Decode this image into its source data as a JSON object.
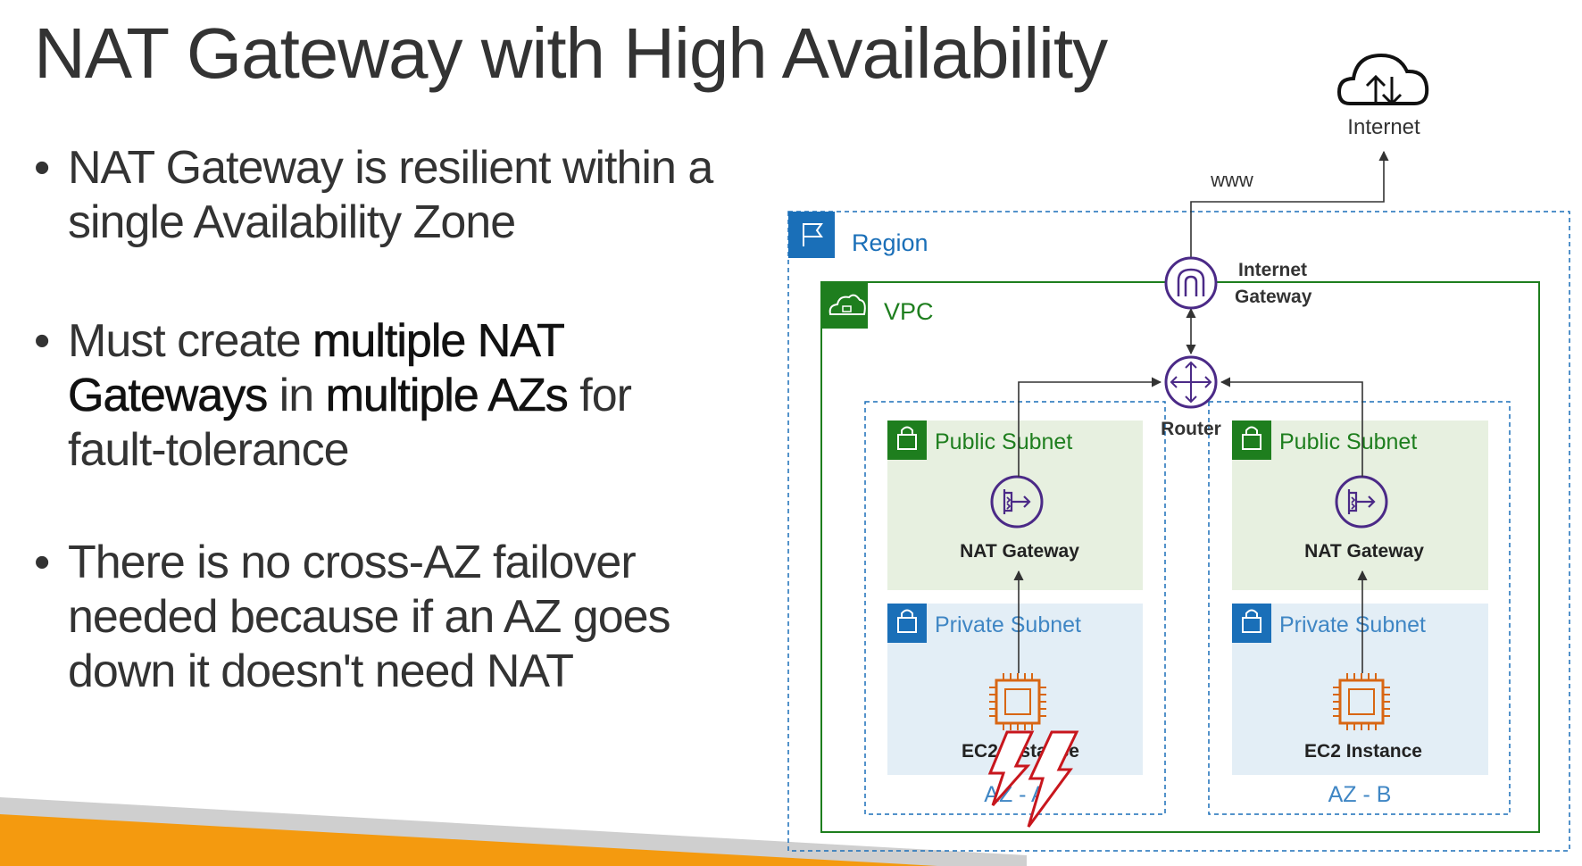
{
  "slide": {
    "title": "NAT Gateway with High Availability"
  },
  "bullets": [
    {
      "segments": [
        {
          "text": "NAT Gateway is resilient within a single Availability Zone",
          "bold": false
        }
      ]
    },
    {
      "segments": [
        {
          "text": "Must create ",
          "bold": false
        },
        {
          "text": "multiple NAT Gateways",
          "bold": true
        },
        {
          "text": " in ",
          "bold": false
        },
        {
          "text": "multiple AZs",
          "bold": true
        },
        {
          "text": " for fault-tolerance",
          "bold": false
        }
      ]
    },
    {
      "segments": [
        {
          "text": "There is no cross-AZ failover needed because if an AZ goes down it doesn't need NAT",
          "bold": false
        }
      ]
    }
  ],
  "diagram": {
    "internet_label": "Internet",
    "www_label": "www",
    "region_label": "Region",
    "vpc_label": "VPC",
    "igw_label_line1": "Internet",
    "igw_label_line2": "Gateway",
    "router_label": "Router",
    "az_a": {
      "public_subnet_label": "Public Subnet",
      "nat_label": "NAT Gateway",
      "private_subnet_label": "Private Subnet",
      "ec2_label": "EC2 Instance",
      "az_label": "AZ - A"
    },
    "az_b": {
      "public_subnet_label": "Public Subnet",
      "nat_label": "NAT Gateway",
      "private_subnet_label": "Private Subnet",
      "ec2_label": "EC2 Instance",
      "az_label": "AZ - B"
    },
    "colors": {
      "region": "#1a6fb8",
      "vpc": "#1e7e1e",
      "public_subnet_bg": "#e7f0e0",
      "private_subnet_bg": "#e3eef6",
      "private_label": "#3f86c4",
      "purple": "#4b2a87",
      "ec2": "#d86613",
      "lightning": "#c8161d",
      "footer_orange": "#f49a0f",
      "footer_gray": "#cfcfcf"
    }
  }
}
